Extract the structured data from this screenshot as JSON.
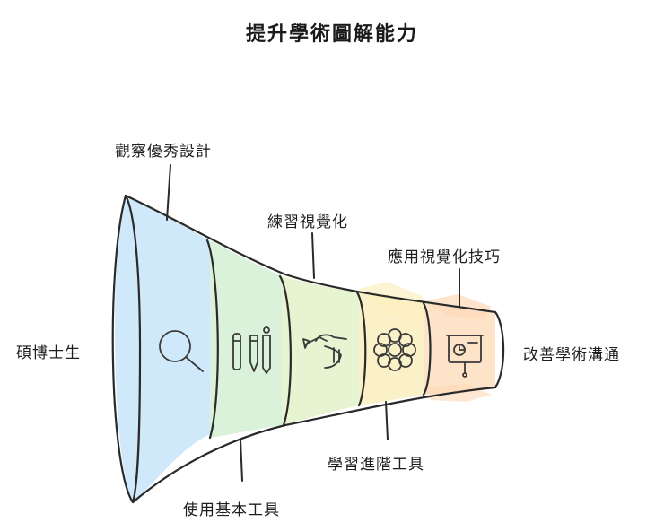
{
  "title": "提升學術圖解能力",
  "start_label": "碩博士生",
  "end_label": "改善學術溝通",
  "stages": [
    {
      "label": "觀察優秀設計",
      "icon": "magnifier-icon",
      "color": "#cfe9fb"
    },
    {
      "label": "使用基本工具",
      "icon": "pencils-icon",
      "color": "#d9f2d9"
    },
    {
      "label": "練習視覺化",
      "icon": "hand-pen-icon",
      "color": "#e6f4d2"
    },
    {
      "label": "學習進階工具",
      "icon": "flower-icon",
      "color": "#fbf1c9"
    },
    {
      "label": "應用視覺化技巧",
      "icon": "presentation-icon",
      "color": "#fde3c8"
    }
  ]
}
